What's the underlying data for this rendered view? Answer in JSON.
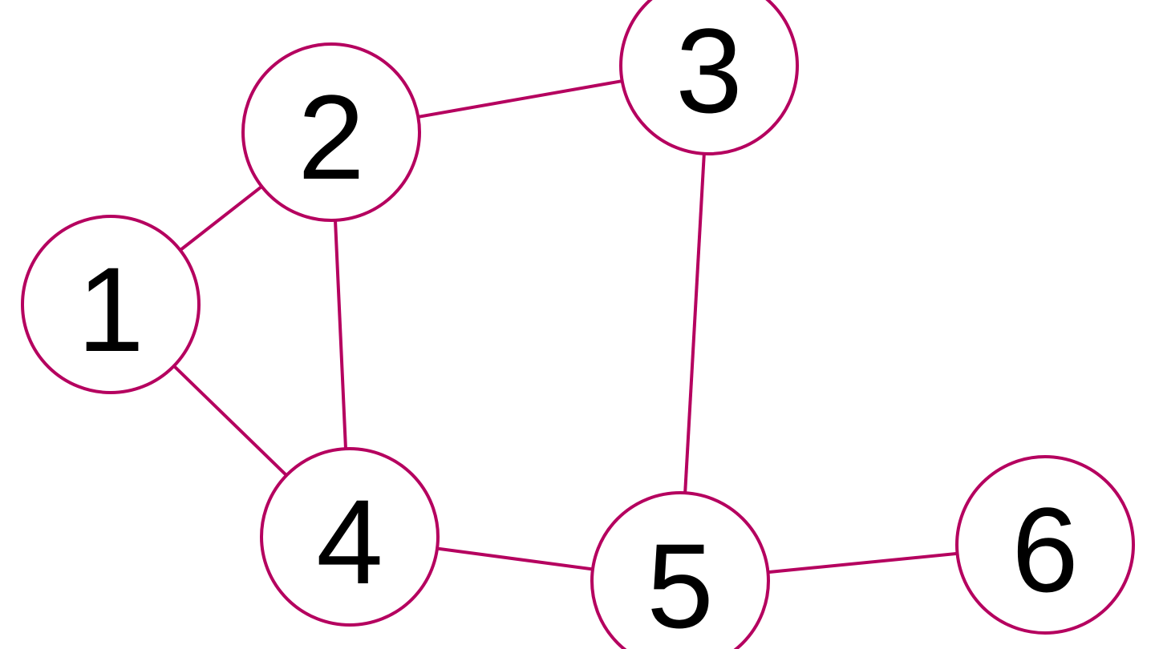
{
  "graph": {
    "colors": {
      "edge": "#b5005f",
      "node_border": "#b5005f",
      "node_fill": "#ffffff",
      "label": "#000000"
    },
    "nodes": [
      {
        "id": "1",
        "label": "1"
      },
      {
        "id": "2",
        "label": "2"
      },
      {
        "id": "3",
        "label": "3"
      },
      {
        "id": "4",
        "label": "4"
      },
      {
        "id": "5",
        "label": "5"
      },
      {
        "id": "6",
        "label": "6"
      }
    ],
    "edges": [
      {
        "from": "1",
        "to": "2"
      },
      {
        "from": "1",
        "to": "4"
      },
      {
        "from": "2",
        "to": "3"
      },
      {
        "from": "2",
        "to": "4"
      },
      {
        "from": "3",
        "to": "5"
      },
      {
        "from": "4",
        "to": "5"
      },
      {
        "from": "5",
        "to": "6"
      }
    ]
  }
}
